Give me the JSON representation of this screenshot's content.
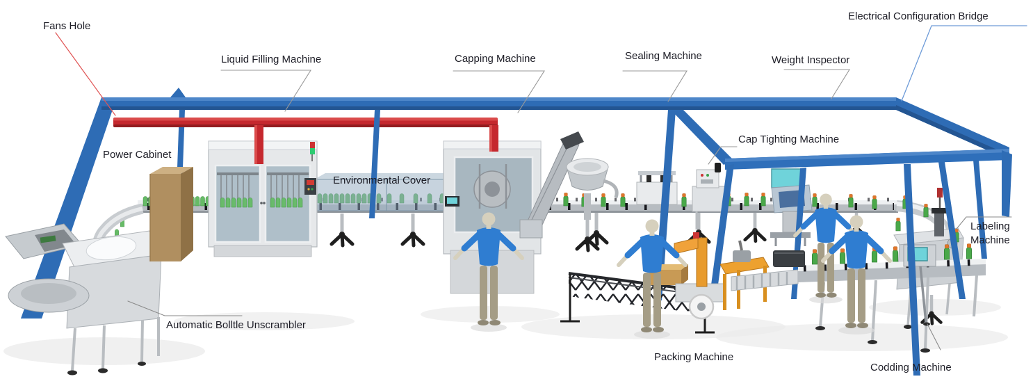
{
  "labels": {
    "fans_hole": "Fans Hole",
    "liquid_filling_machine": "Liquid Filling Machine",
    "capping_machine": "Capping Machine",
    "sealing_machine": "Sealing Machine",
    "weight_inspector": "Weight Inspector",
    "electrical_configuration_bridge": "Electrical Configuration Bridge",
    "power_cabinet": "Power Cabinet",
    "environmental_cover": "Environmental Cover",
    "cap_tighting_machine": "Cap Tighting Machine",
    "labeling_machine": "Labeling Machine",
    "automatic_bottle_unscrambler": "Automatic Bolltle Unscrambler",
    "packing_machine": "Packing Machine",
    "codding_machine": "Codding Machine"
  },
  "colors": {
    "bridge_blue": "#2e6cb5",
    "pipe_red": "#c5282e",
    "bottle_green": "#4aa84a",
    "bottle_light_green": "#66bb66",
    "cap_orange": "#e0762a",
    "machine_gray": "#dfe2e5",
    "cabinet_tan": "#b08f60",
    "screen_teal": "#6fd3da",
    "packing_orange": "#eda12f",
    "worker_shirt_blue": "#2f7dd1",
    "leader_gray": "#8a8a8a",
    "leader_red": "#e05555",
    "leader_blue": "#6d9bd8",
    "label_text": "#1d1d26",
    "background": "#ffffff"
  }
}
